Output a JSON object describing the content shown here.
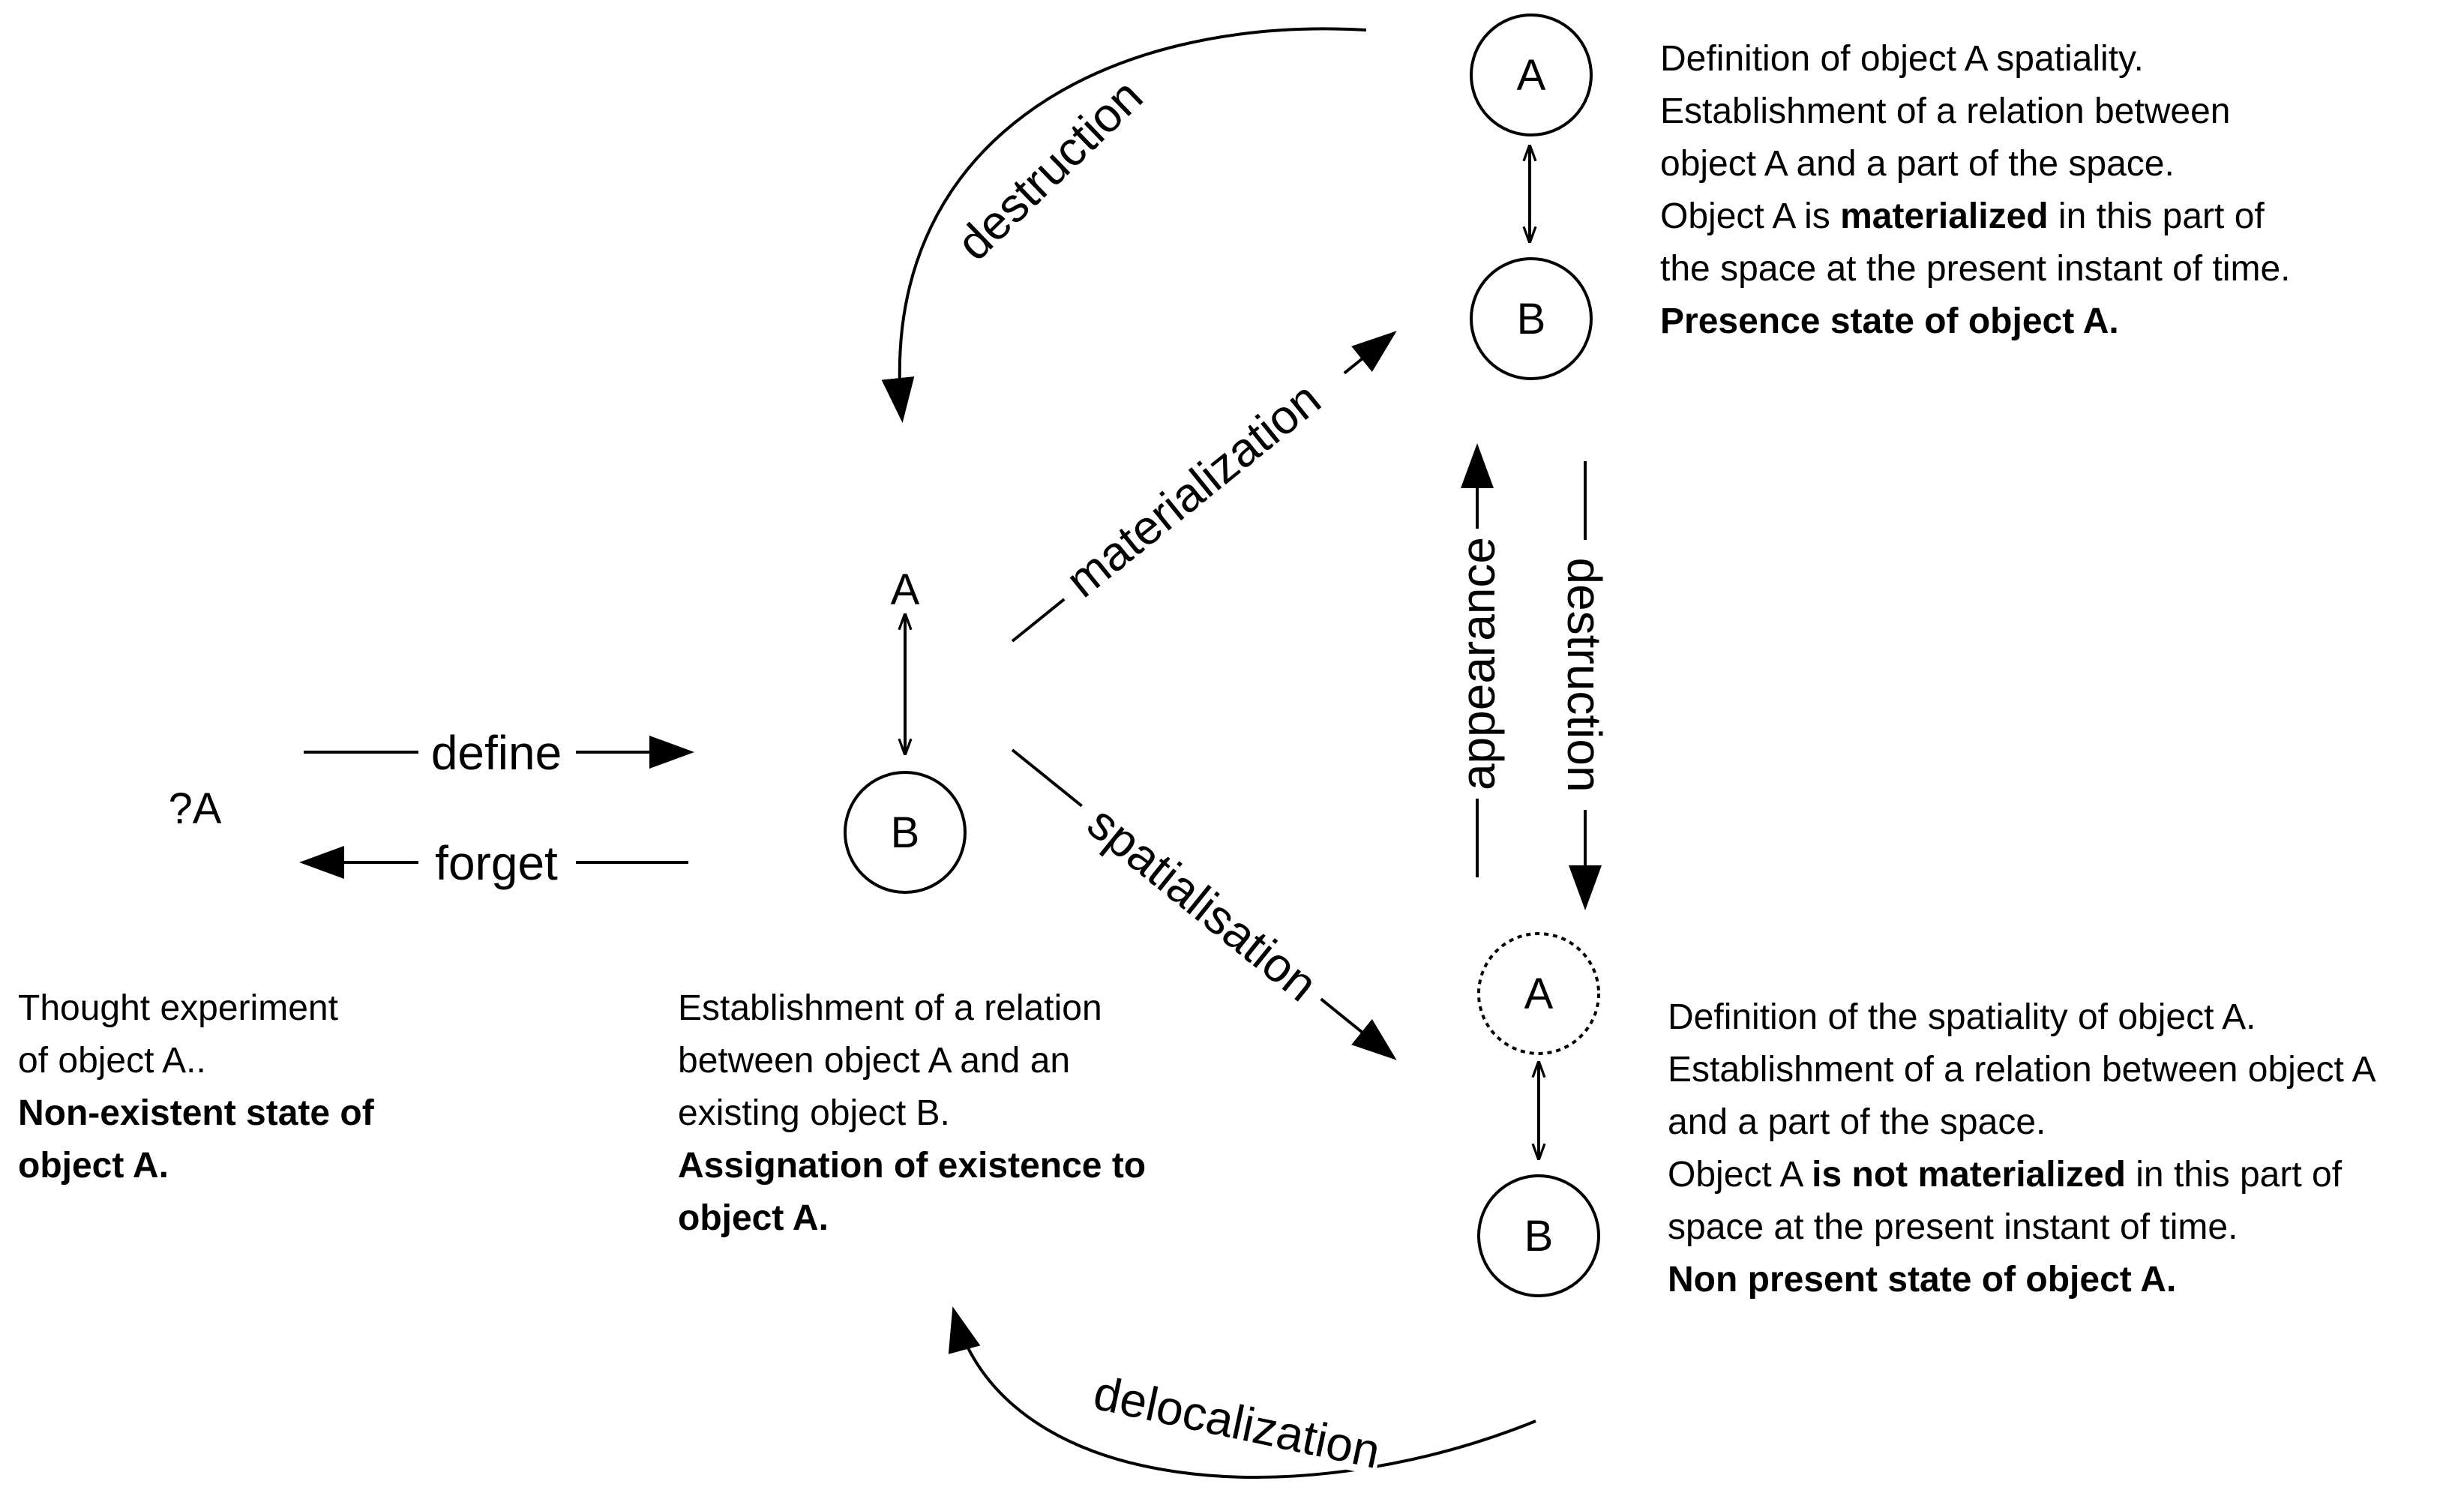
{
  "nodes": {
    "unknown_a": "?A",
    "mid_a": "A",
    "mid_b": "B",
    "top_a": "A",
    "top_b": "B",
    "bottom_a": "A",
    "bottom_b": "B"
  },
  "arrows": {
    "define": "define",
    "forget": "forget",
    "materialization": "materialization",
    "spatialisation": "spatialisation",
    "destruction_curve": "destruction",
    "appearance": "appearance",
    "destruction_vertical": "destruction",
    "delocalization": "delocalization"
  },
  "descriptions": {
    "nonexistent": {
      "line1": "Thought experiment",
      "line2": "of object A..",
      "bold1": "Non-existent state of",
      "bold2": "object A."
    },
    "existence": {
      "line1": "Establishment of a relation",
      "line2": "between object A and an",
      "line3": "existing object B.",
      "bold1": "Assignation of existence to",
      "bold2": "object A."
    },
    "presence": {
      "line1": "Definition of object A spatiality.",
      "line2": "Establishment of a relation between",
      "line3": "object A and a part of the space.",
      "line4_pre": "Object A is ",
      "line4_bold": "materialized",
      "line4_post": " in this part of",
      "line5": "the space at the present instant of time.",
      "bold": "Presence state of object A."
    },
    "nonpresence": {
      "line1": "Definition of the spatiality of object A.",
      "line2": "Establishment of a relation between object A",
      "line3": "and a part of the space.",
      "line4_pre": "Object A ",
      "line4_bold": "is not materialized",
      "line4_post": " in this part of",
      "line5": "space at the present instant of time.",
      "bold": "Non present state of object A."
    }
  }
}
